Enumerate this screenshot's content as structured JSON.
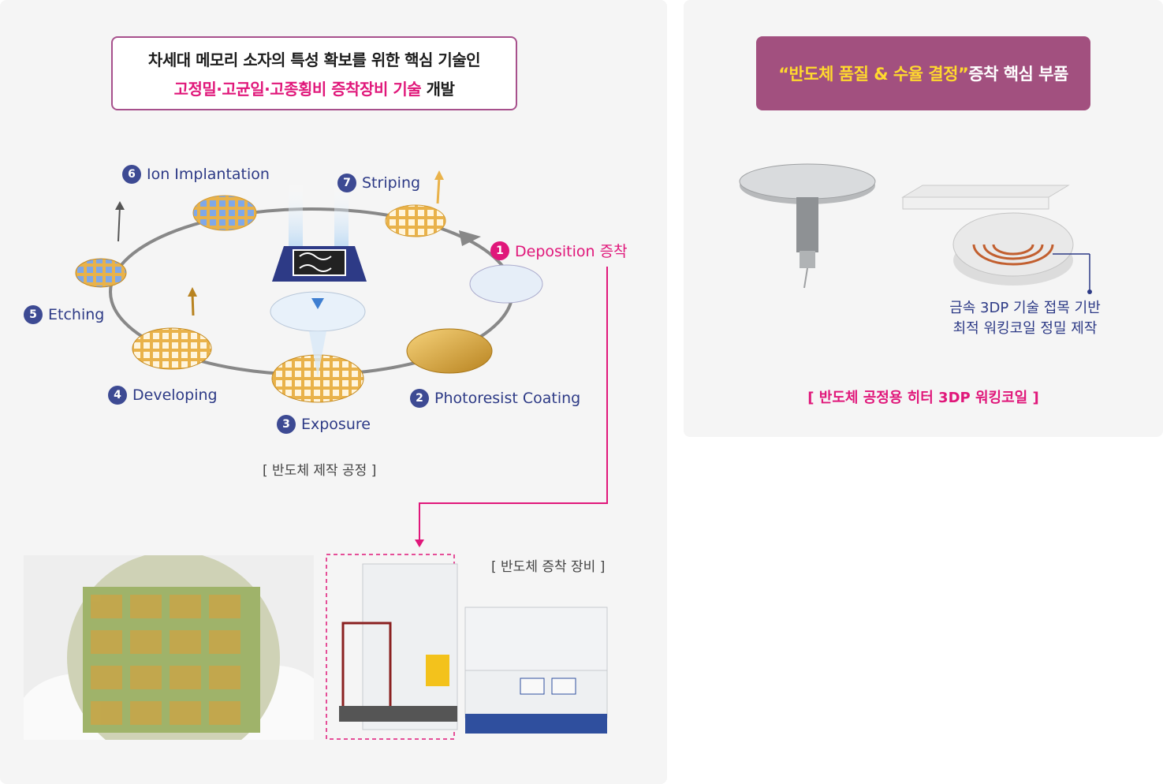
{
  "headline": {
    "line1": "차세대 메모리 소자의 특성 확보를 위한 핵심 기술인",
    "line2_highlight": "고정밀·고균일·고종횡비 증착장비 기술",
    "line2_rest": " 개발"
  },
  "process_steps": [
    {
      "num": "1",
      "label": "Deposition 증착"
    },
    {
      "num": "2",
      "label": "Photoresist Coating"
    },
    {
      "num": "3",
      "label": "Exposure"
    },
    {
      "num": "4",
      "label": "Developing"
    },
    {
      "num": "5",
      "label": "Etching"
    },
    {
      "num": "6",
      "label": "Ion Implantation"
    },
    {
      "num": "7",
      "label": "Striping"
    }
  ],
  "process_caption": "[ 반도체 제작 공정 ]",
  "equipment_caption": "[ 반도체 증착 장비 ]",
  "right": {
    "title_highlight": "“반도체 품질 & 수율 결정”",
    "title_rest": "증착 핵심 부품",
    "coil_note_line1": "금속 3DP 기술 접목 기반",
    "coil_note_line2": "최적 워킹코일 정밀 제작",
    "caption": "[ 반도체 공정용 히터 3DP 워킹코일 ]"
  },
  "colors": {
    "accent_pink": "#e0177a",
    "navy": "#2d3a86",
    "purple_banner": "#a2507f",
    "highlight_yellow": "#ffd92e"
  }
}
